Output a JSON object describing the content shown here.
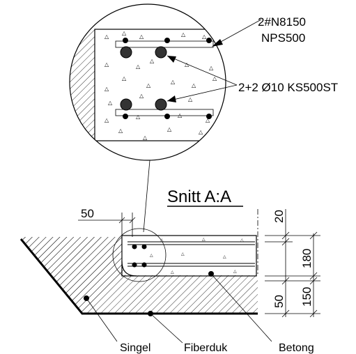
{
  "title": "Snitt A:A",
  "labels": {
    "top_rebar_line1": "2#N8150",
    "top_rebar_line2": "NPS500",
    "bars": "2+2 Ø10 KS500ST",
    "singel": "Singel",
    "fiberduk": "Fiberduk",
    "betong": "Betong"
  },
  "dimensions": {
    "left_offset": "50",
    "cover_top": "20",
    "slab": "180",
    "base": "150",
    "bottom": "50"
  }
}
